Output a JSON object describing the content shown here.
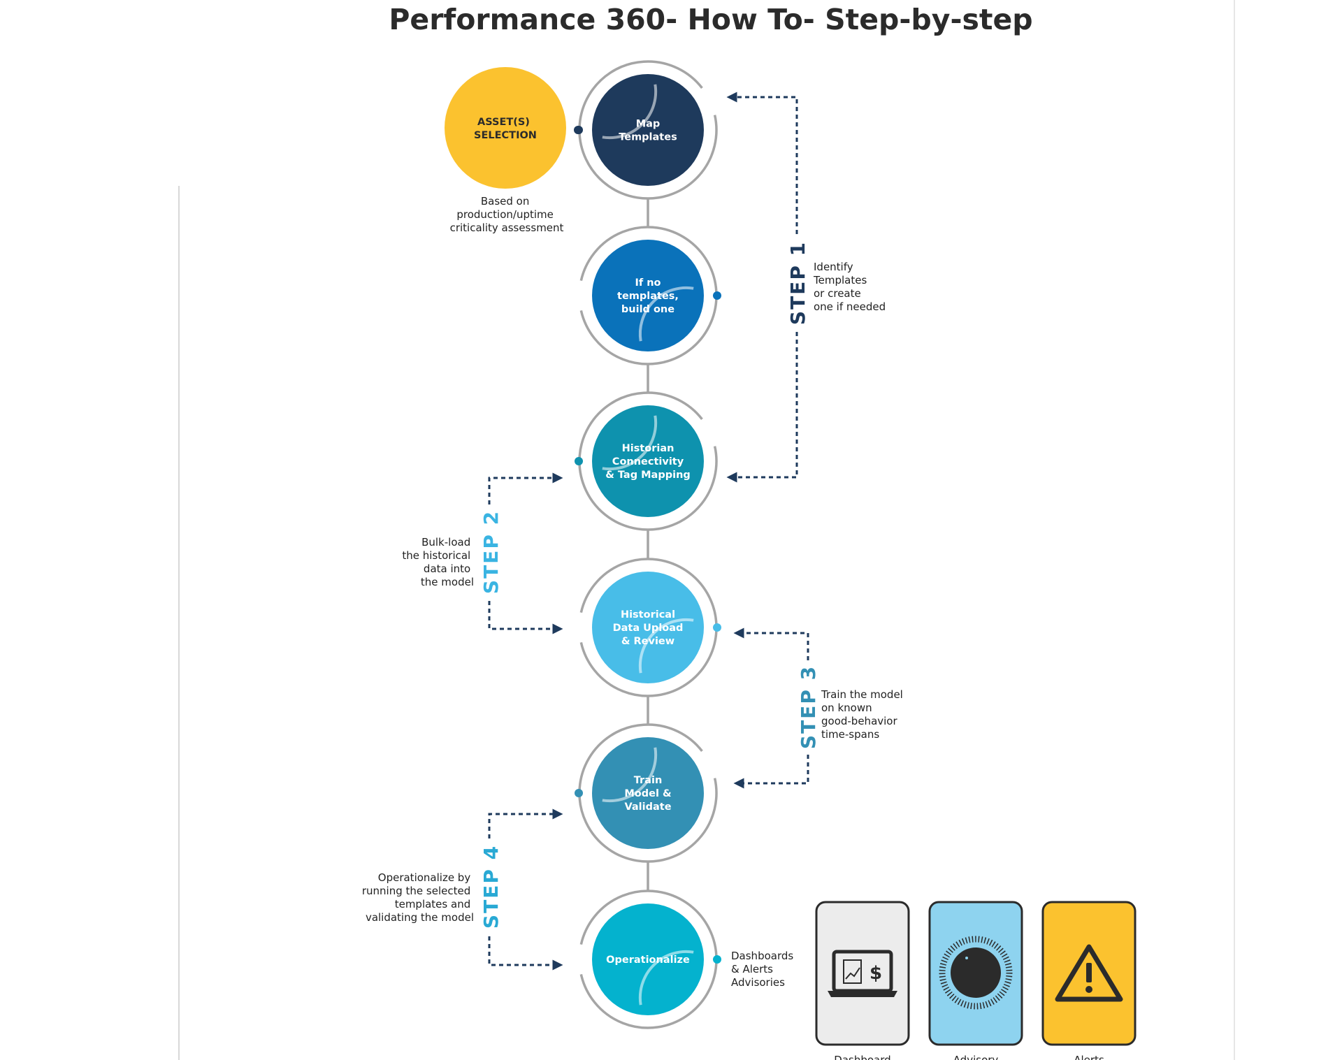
{
  "title": "Performance 360- How To- Step-by-step",
  "asset": {
    "label_lines": [
      "ASSET(S)",
      "SELECTION"
    ],
    "note_lines": [
      "Based on",
      "production/uptime",
      "criticality assessment"
    ],
    "color": "#FBC22F"
  },
  "nodes": [
    {
      "label_lines": [
        "Map",
        "Templates"
      ],
      "color": "#1E3A5C"
    },
    {
      "label_lines": [
        "If no",
        "templates,",
        "build one"
      ],
      "color": "#0A72BA"
    },
    {
      "label_lines": [
        "Historian",
        "Connectivity",
        "& Tag Mapping"
      ],
      "color": "#0E92AE"
    },
    {
      "label_lines": [
        "Historical",
        "Data Upload",
        "& Review"
      ],
      "color": "#48BDE8"
    },
    {
      "label_lines": [
        "Train",
        "Model &",
        "Validate"
      ],
      "color": "#3390B4"
    },
    {
      "label_lines": [
        "Operationalize"
      ],
      "color": "#04B2CE"
    }
  ],
  "steps": [
    {
      "label": "STEP 1",
      "color": "#1E3A5C",
      "note_lines": [
        "Identify",
        "Templates",
        "or create",
        "one if needed"
      ]
    },
    {
      "label": "STEP 2",
      "color": "#3AB4E2",
      "note_lines": [
        "Bulk-load",
        "the historical",
        "data into",
        "the model"
      ]
    },
    {
      "label": "STEP 3",
      "color": "#3390B4",
      "note_lines": [
        "Train the model",
        "on known",
        "good-behavior",
        "time-spans"
      ]
    },
    {
      "label": "STEP 4",
      "color": "#29A9D4",
      "note_lines": [
        "Operationalize by",
        "running the selected",
        "templates and",
        "validating the model"
      ]
    }
  ],
  "outputs_note_lines": [
    "Dashboards",
    "& Alerts",
    "Advisories"
  ],
  "outputs": [
    {
      "label": "Dashboard",
      "icon": "laptop-dollar-chart-icon",
      "color": "#ECECEC"
    },
    {
      "label": "Advisory",
      "icon": "dial-knob-icon",
      "color": "#8ED3EF"
    },
    {
      "label": "Alerts",
      "icon": "warning-triangle-icon",
      "color": "#FBC22F"
    }
  ],
  "colors": {
    "ring": "#9E9E9E",
    "arrow": "#1E3A5C",
    "text": "#222222"
  }
}
